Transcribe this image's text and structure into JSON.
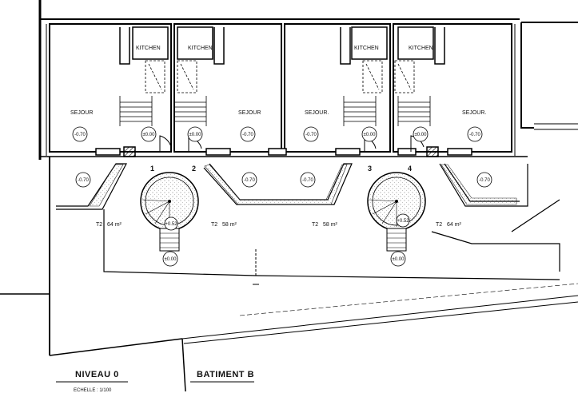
{
  "plan": {
    "level_title": "NIVEAU 0",
    "scale": "ECHELLE : 1/100",
    "building": "BATIMENT B"
  },
  "rooms": {
    "kitchen": "KITCHEN",
    "sejour": "SEJOUR",
    "sejour_alt": "SEJOUR."
  },
  "unit_numbers": [
    "1",
    "2",
    "3",
    "4"
  ],
  "apartments": [
    {
      "type": "T2",
      "area": "64 m²"
    },
    {
      "type": "T2",
      "area": "58 m²"
    },
    {
      "type": "T2",
      "area": "58 m²"
    },
    {
      "type": "T2",
      "area": "64 m²"
    }
  ],
  "levels": {
    "minus_070": "-0.70",
    "zero": "±0.00",
    "plus_052": "+0.52"
  }
}
